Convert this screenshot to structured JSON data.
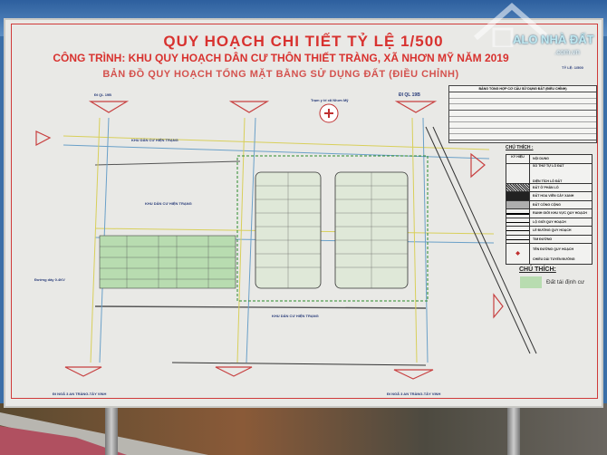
{
  "title": "QUY HOẠCH CHI TIẾT TỶ LỆ 1/500",
  "project": "CÔNG TRÌNH: KHU QUY HOẠCH DÂN CƯ THÔN THIẾT TRÀNG, XÃ NHƠN MỸ NĂM 2019",
  "subtitle": "BẢN ĐỒ QUY HOẠCH TỔNG MẶT BẰNG SỬ DỤNG ĐẤT (ĐIỀU CHỈNH)",
  "map": {
    "road_top_left": "ĐI QL 19B",
    "road_top_right": "ĐI QL 19B",
    "road_bottom_left": "ĐI NGÃ 3 AN TRÀNG-TÂY VINH",
    "road_bottom_right": "ĐI NGÃ 3 AN TRÀNG-TÂY VINH",
    "area_label_1": "KHU DÂN CƯ HIỆN TRẠNG",
    "area_label_2": "KHU DÂN CƯ HIỆN TRẠNG",
    "area_label_3": "KHU DÂN CƯ HIỆN TRẠNG",
    "powerline": "Đường dây 0.4KV",
    "center_note": "Trạm y tế xã Nhơn Mỹ",
    "scale": "TỶ LỆ: 1/500"
  },
  "table": {
    "title": "BẢNG TỔNG HỢP CƠ CẤU SỬ DỤNG ĐẤT (ĐIỀU CHỈNH)"
  },
  "legend": {
    "title": "CHÚ THÍCH :",
    "header_symbol": "KÝ HIỆU",
    "header_content": "NỘI DUNG",
    "items": [
      "SỐ THỨ TỰ LÔ ĐẤT",
      "DIỆN TÍCH LÔ ĐẤT",
      "ĐẤT Ở PHÂN LÔ",
      "ĐẤT HOA VIÊN CÂY XANH",
      "ĐẤT CÔNG CỘNG",
      "RANH GIỚI KHU VỰC QUY HOẠCH",
      "LỘ GIỚI QUY HOẠCH",
      "LỀ ĐƯỜNG QUY HOẠCH",
      "TIM ĐƯỜNG",
      "TÊN ĐƯỜNG QUY HOẠCH",
      "CHIỀU DÀI TUYẾN ĐƯỜNG"
    ]
  },
  "note": {
    "title": "CHÚ THÍCH:",
    "item": "Đất tái định cư",
    "color": "#b8dcb0"
  },
  "watermark": {
    "brand": "ALO NHÀ ĐẤT",
    "domain": ".com.vn"
  }
}
